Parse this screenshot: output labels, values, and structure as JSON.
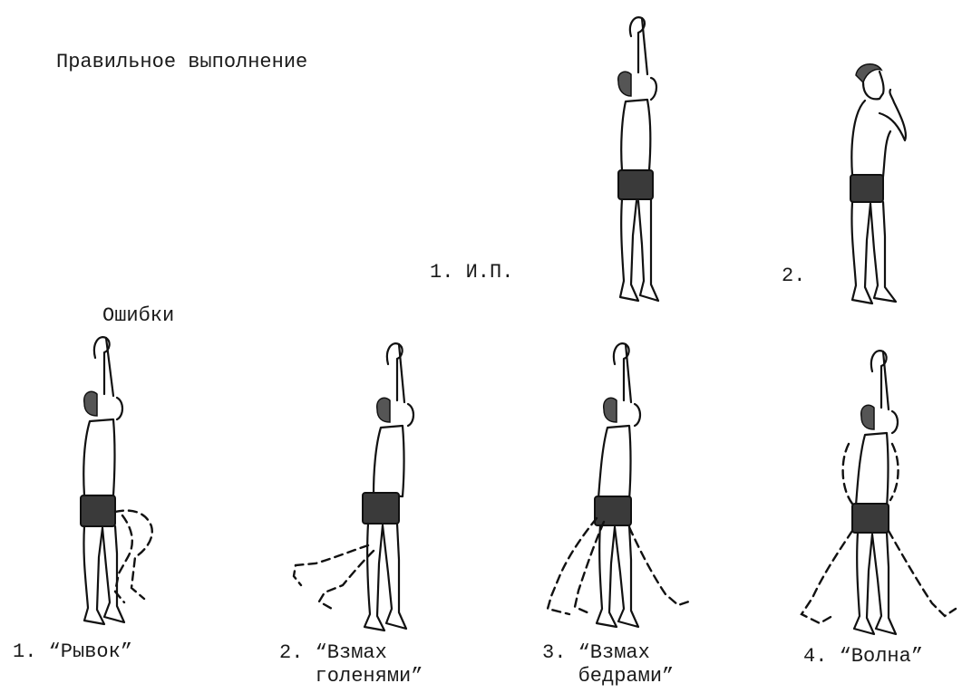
{
  "header": {
    "title": "Правильное выполнение"
  },
  "correct": {
    "fig1_label": "1. И.П.",
    "fig2_label": "2."
  },
  "errors": {
    "title": "Ошибки",
    "items": [
      {
        "label": "1. “Рывок”"
      },
      {
        "label": "2. “Взмах\n   голенями”"
      },
      {
        "label": "3. “Взмах\n   бедрами”"
      },
      {
        "label": "4. “Волна”"
      }
    ]
  }
}
